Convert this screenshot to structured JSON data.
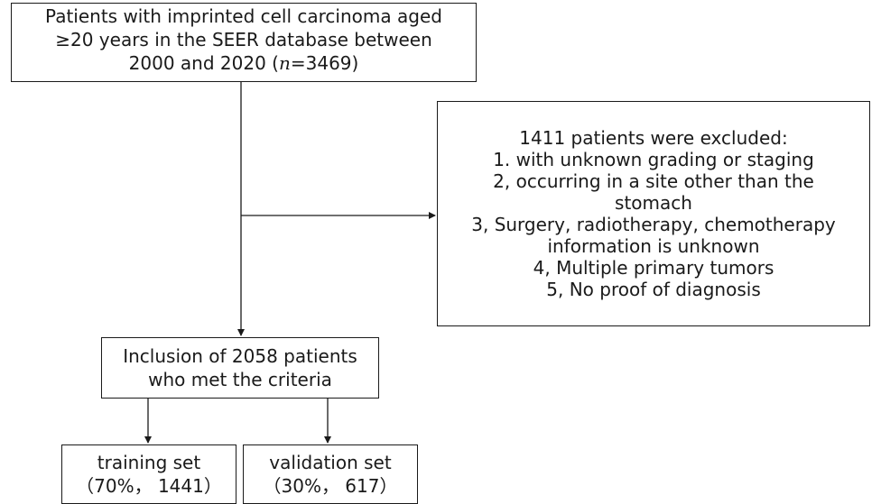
{
  "nodes": {
    "source": {
      "line1": "Patients with imprinted cell carcinoma aged",
      "line2": "≥20 years in the SEER database between",
      "line3_prefix": "2000 and 2020 (",
      "line3_var": "n",
      "line3_suffix": "=3469)"
    },
    "excluded": {
      "header": "1411 patients were excluded:",
      "lines": [
        "1. with unknown grading or staging",
        "2, occurring in a site other than the",
        "stomach",
        "3, Surgery, radiotherapy, chemotherapy",
        "information is unknown",
        "4, Multiple primary tumors",
        "5, No proof of diagnosis"
      ]
    },
    "included": {
      "line1": "Inclusion of 2058 patients",
      "line2": "who met the criteria"
    },
    "training": {
      "line1": "training set",
      "line2": "（70%， 1441）"
    },
    "validation": {
      "line1": "validation set",
      "line2": "（30%， 617）"
    }
  },
  "colors": {
    "stroke": "#1a1a1a",
    "background": "#ffffff"
  }
}
